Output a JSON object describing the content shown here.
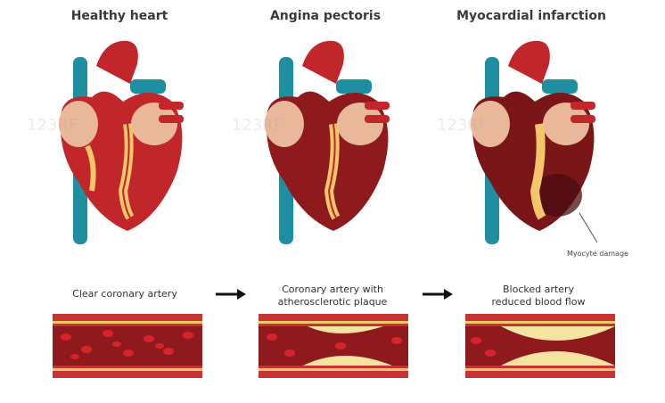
{
  "panels": [
    {
      "title": "Healthy heart",
      "caption": "Clear coronary artery"
    },
    {
      "title": "Angina pectoris",
      "caption": "Coronary artery with\natherosclerotic plaque"
    },
    {
      "title": "Myocardial infarction",
      "caption": "Blocked artery\nreduced blood flow"
    }
  ],
  "annotation": "Myocyte damage",
  "watermark_text": "123RF",
  "colors": {
    "heart_red": "#c0262a",
    "heart_dark": "#8e1a1d",
    "aorta_blue": "#1e8fa0",
    "atrium_tan": "#e9b89a",
    "fat_yellow": "#f2c66a",
    "plaque": "#f5e3a1",
    "vessel_wall": "#c73434",
    "blood_cell": "#d8232b"
  }
}
